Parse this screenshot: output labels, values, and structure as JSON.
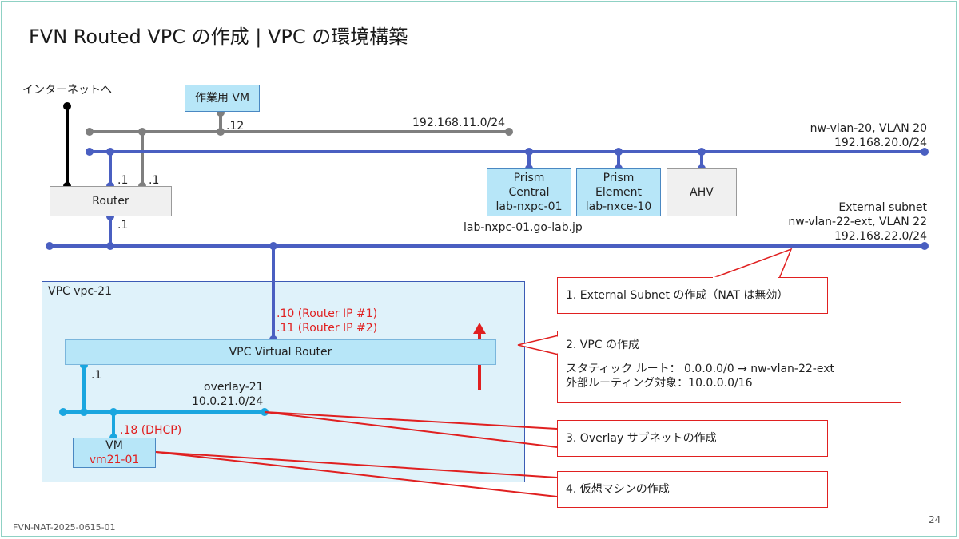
{
  "title": "FVN Routed VPC の作成 | VPC の環境構築",
  "internet_label": "インターネットへ",
  "work_vm": "作業用 VM",
  "work_vm_ip": ".12",
  "net11_cidr": "192.168.11.0/24",
  "net20": {
    "name": "nw-vlan-20, VLAN 20",
    "cidr": "192.168.20.0/24"
  },
  "router": {
    "label": "Router",
    "ip_a": ".1",
    "ip_b": ".1",
    "ip_c": ".1"
  },
  "prism_central": {
    "line1": "Prism",
    "line2": "Central",
    "line3": "lab-nxpc-01"
  },
  "prism_element": {
    "line1": "Prism",
    "line2": "Element",
    "line3": "lab-nxce-10"
  },
  "ahv": "AHV",
  "pc_fqdn": "lab-nxpc-01.go-lab.jp",
  "ext": {
    "line1": "External subnet",
    "line2": "nw-vlan-22-ext, VLAN 22",
    "line3": "192.168.22.0/24"
  },
  "vpc": {
    "label": "VPC vpc-21",
    "router_ip1": ".10 (Router IP #1)",
    "router_ip2": ".11 (Router IP #2)",
    "vrouter": "VPC Virtual Router",
    "overlay_ip": ".1",
    "overlay_name": "overlay-21",
    "overlay_cidr": "10.0.21.0/24",
    "vm_ip": ".18 (DHCP)",
    "vm_label": "VM",
    "vm_name": "vm21-01"
  },
  "callouts": {
    "c1": "1. External Subnet の作成（NAT は無効）",
    "c2_title": "2. VPC の作成",
    "c2_line1": "スタティック ルート：  0.0.0.0/0 → nw-vlan-22-ext",
    "c2_line2": "外部ルーティング対象：10.0.0.0/16",
    "c3": "3. Overlay サブネットの作成",
    "c4": "4. 仮想マシンの作成"
  },
  "footer_id": "FVN-NAT-2025-0615-01",
  "page_number": "24",
  "colors": {
    "blue": "#4a5fc1",
    "gray": "#7f7f7f",
    "cyan": "#1aa6df",
    "red": "#e02020"
  }
}
